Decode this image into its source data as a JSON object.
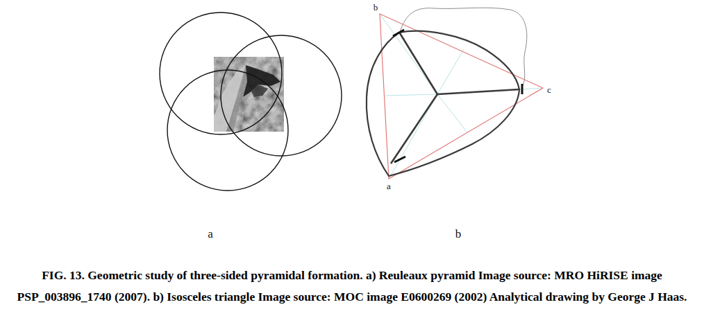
{
  "diagram": {
    "caption": "FIG. 13. Geometric study of three-sided pyramidal formation. a) Reuleaux pyramid Image source: MRO HiRISE image PSP_003896_1740 (2007). b) Isosceles triangle Image source: MOC image E0600269 (2002) Analytical drawing by George J Haas.",
    "labels": [
      "b",
      "c",
      "a",
      "a",
      "b"
    ]
  }
}
